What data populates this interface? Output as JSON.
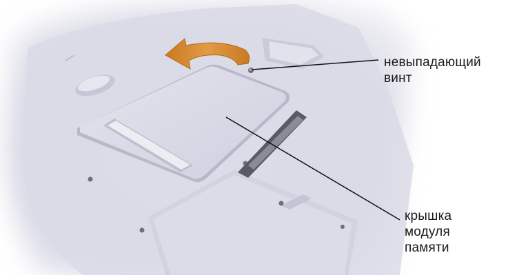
{
  "callouts": {
    "captive_screw": {
      "line1": "невыпадающий",
      "line2": "винт"
    },
    "memory_cover": {
      "line1": "крышка",
      "line2": "модуля",
      "line3": "памяти"
    }
  },
  "colors": {
    "laptop_body": "#dcdce8",
    "cover_panel": "#d6d6e4",
    "arrow": "#d7892f",
    "leader_line": "#111111",
    "text": "#1a1a1a"
  }
}
